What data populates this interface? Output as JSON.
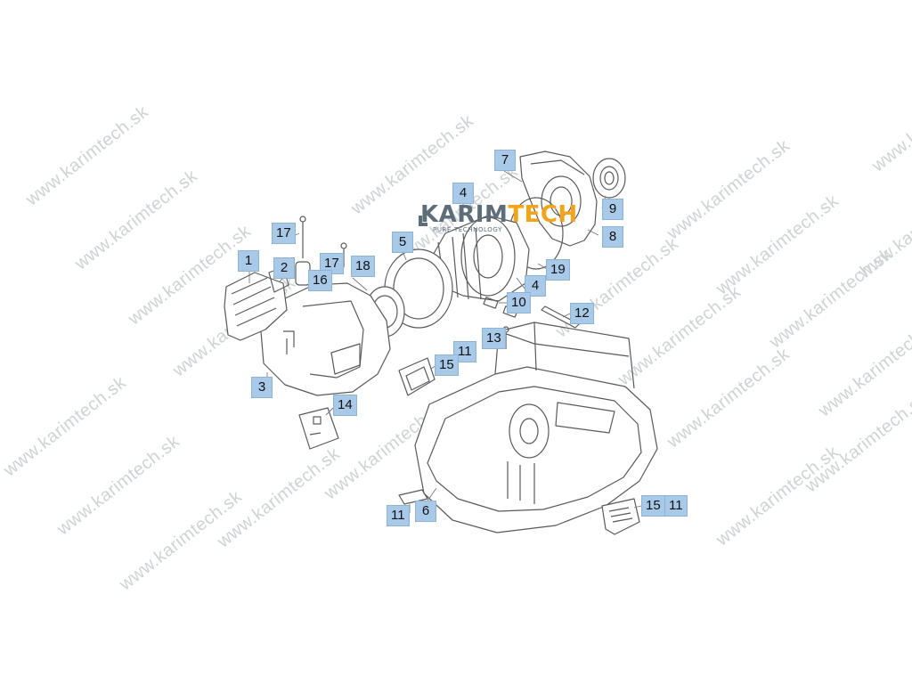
{
  "watermark": {
    "text": "www.karimtech.sk"
  },
  "logo": {
    "part1": "KARIM",
    "part2": "TECH",
    "tagline": "PURE TECHNOLOGY",
    "colors": {
      "primary": "#5d6e7a",
      "accent": "#f2a51a"
    }
  },
  "callouts": [
    "7",
    "4",
    "9",
    "8",
    "17",
    "5",
    "19",
    "1",
    "2",
    "17",
    "16",
    "18",
    "4",
    "10",
    "12",
    "13",
    "11",
    "15",
    "3",
    "14",
    "11",
    "6",
    "15",
    "11"
  ],
  "colors": {
    "callout_fill": "#a9c9e8",
    "line_art": "#5a5a5a"
  }
}
